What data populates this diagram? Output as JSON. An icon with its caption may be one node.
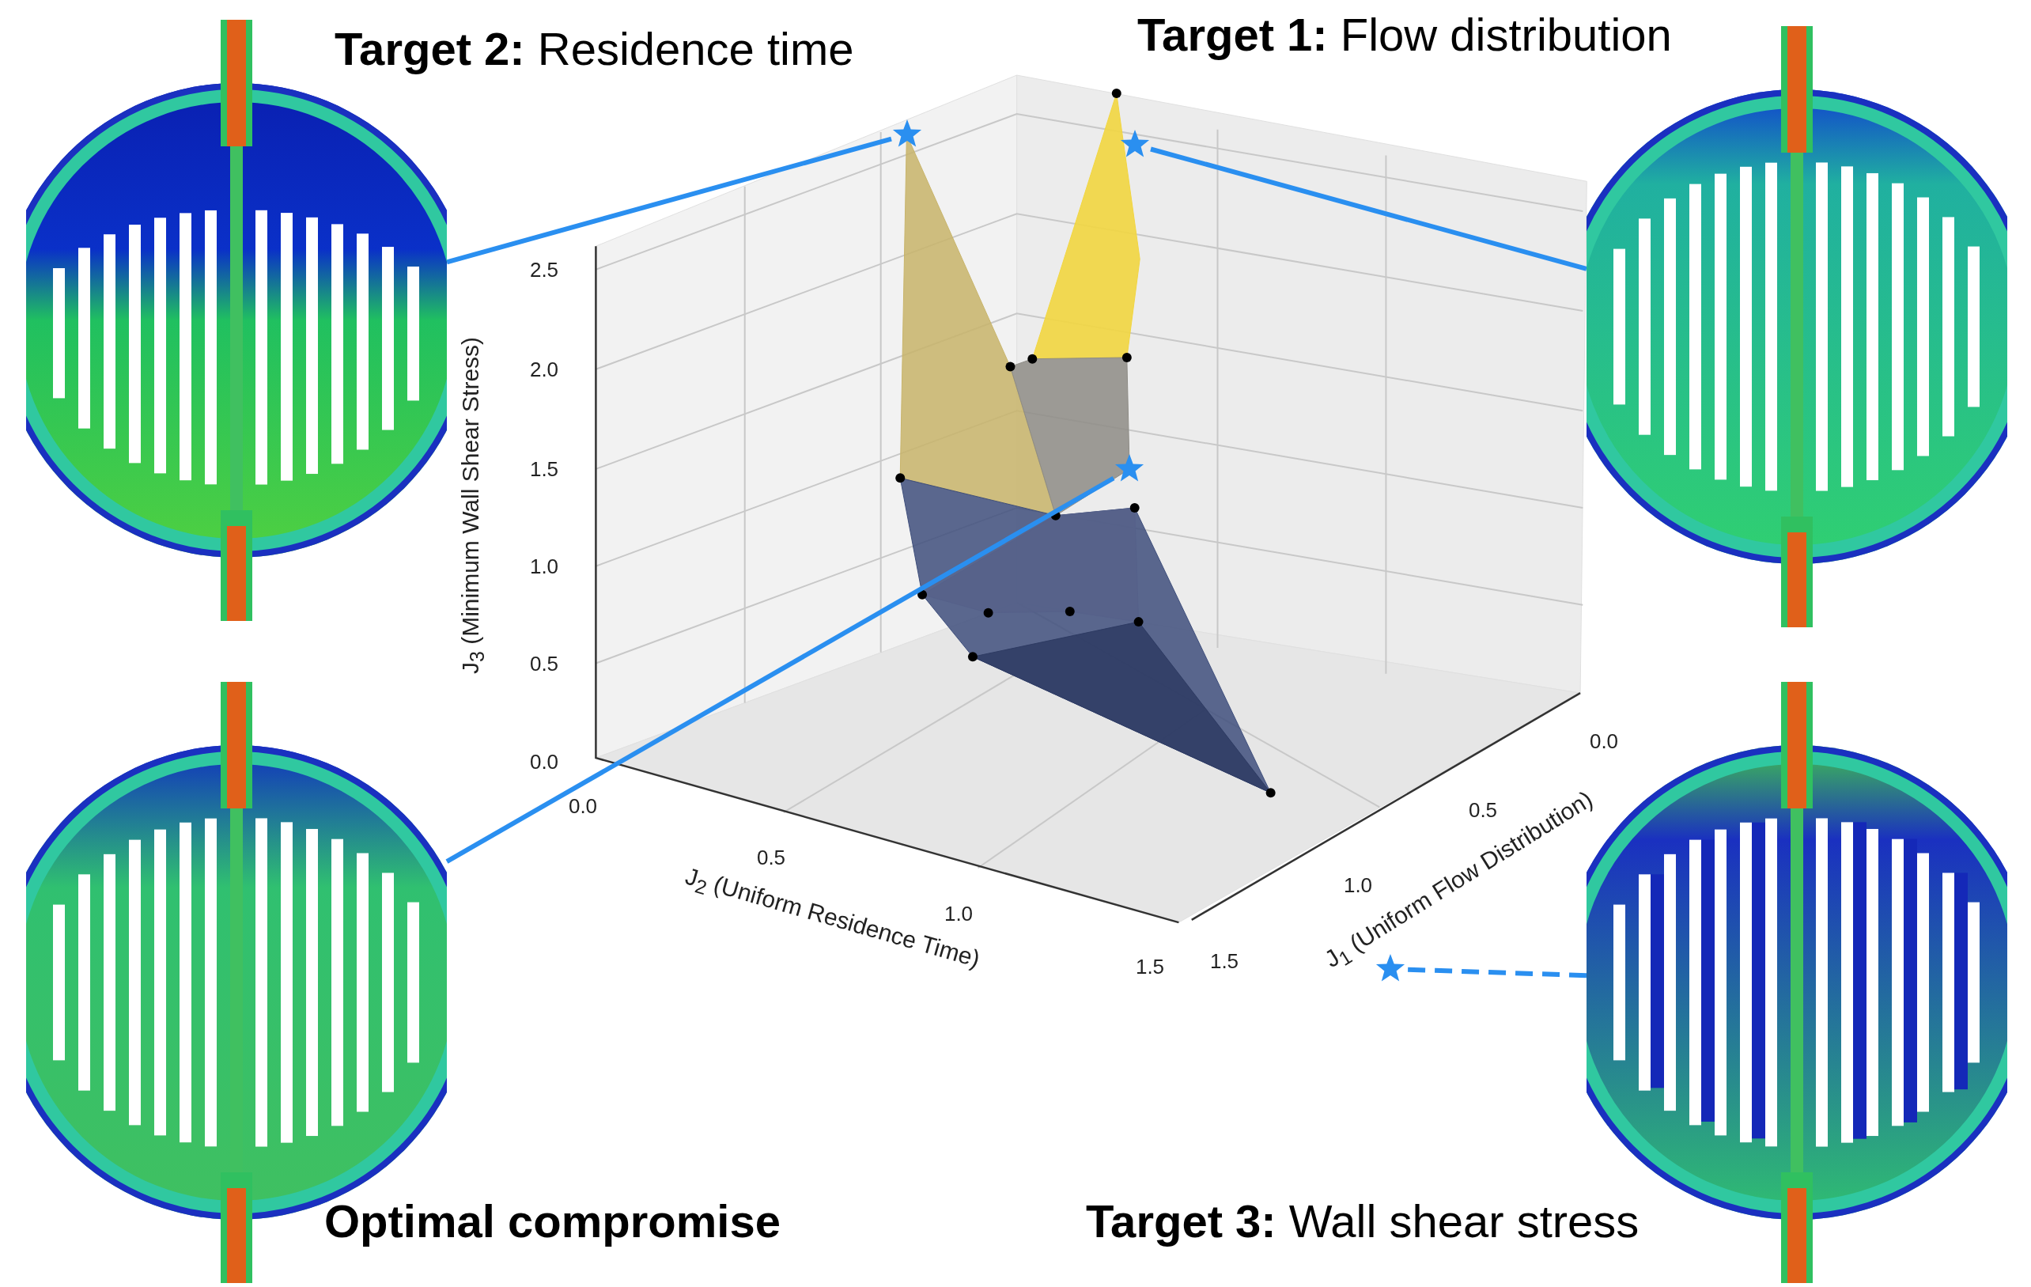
{
  "diagram": {
    "nodes": [
      {
        "text": [
          "**Target 2:** Residence time"
        ]
      },
      {
        "text": [
          "**Target 1:** Flow distribution"
        ]
      },
      {
        "text": [
          "Optimal compromise"
        ]
      },
      {
        "text": [
          "**Target 3:** Wall shear stress"
        ]
      },
      {
        "text": [],
        "shape": "star"
      },
      {
        "text": [],
        "shape": "star"
      },
      {
        "text": [],
        "shape": "star"
      },
      {
        "text": [],
        "shape": "star"
      }
    ],
    "edges": [
      {
        "from": 0,
        "to": 4,
        "arrow": "none"
      },
      {
        "from": 1,
        "to": 5,
        "arrow": "none"
      },
      {
        "from": 2,
        "to": 6,
        "arrow": "none"
      },
      {
        "from": 3,
        "to": 7,
        "arrow": "none",
        "style": "dashed"
      }
    ],
    "labels": [
      "2.5",
      "2.0",
      "1.5",
      "1.0",
      "0.5",
      "0.0",
      "J$_{3}$ (Minimum Wall Shear Stress)",
      "0.0",
      "0.5",
      "1.0",
      "1.5",
      "J$_{2}$ (Uniform Residence Time)",
      "0.0",
      "0.5",
      "1.0",
      "1.5",
      "J$_{1}$ (Uniform Flow Distribution)"
    ]
  }
}
